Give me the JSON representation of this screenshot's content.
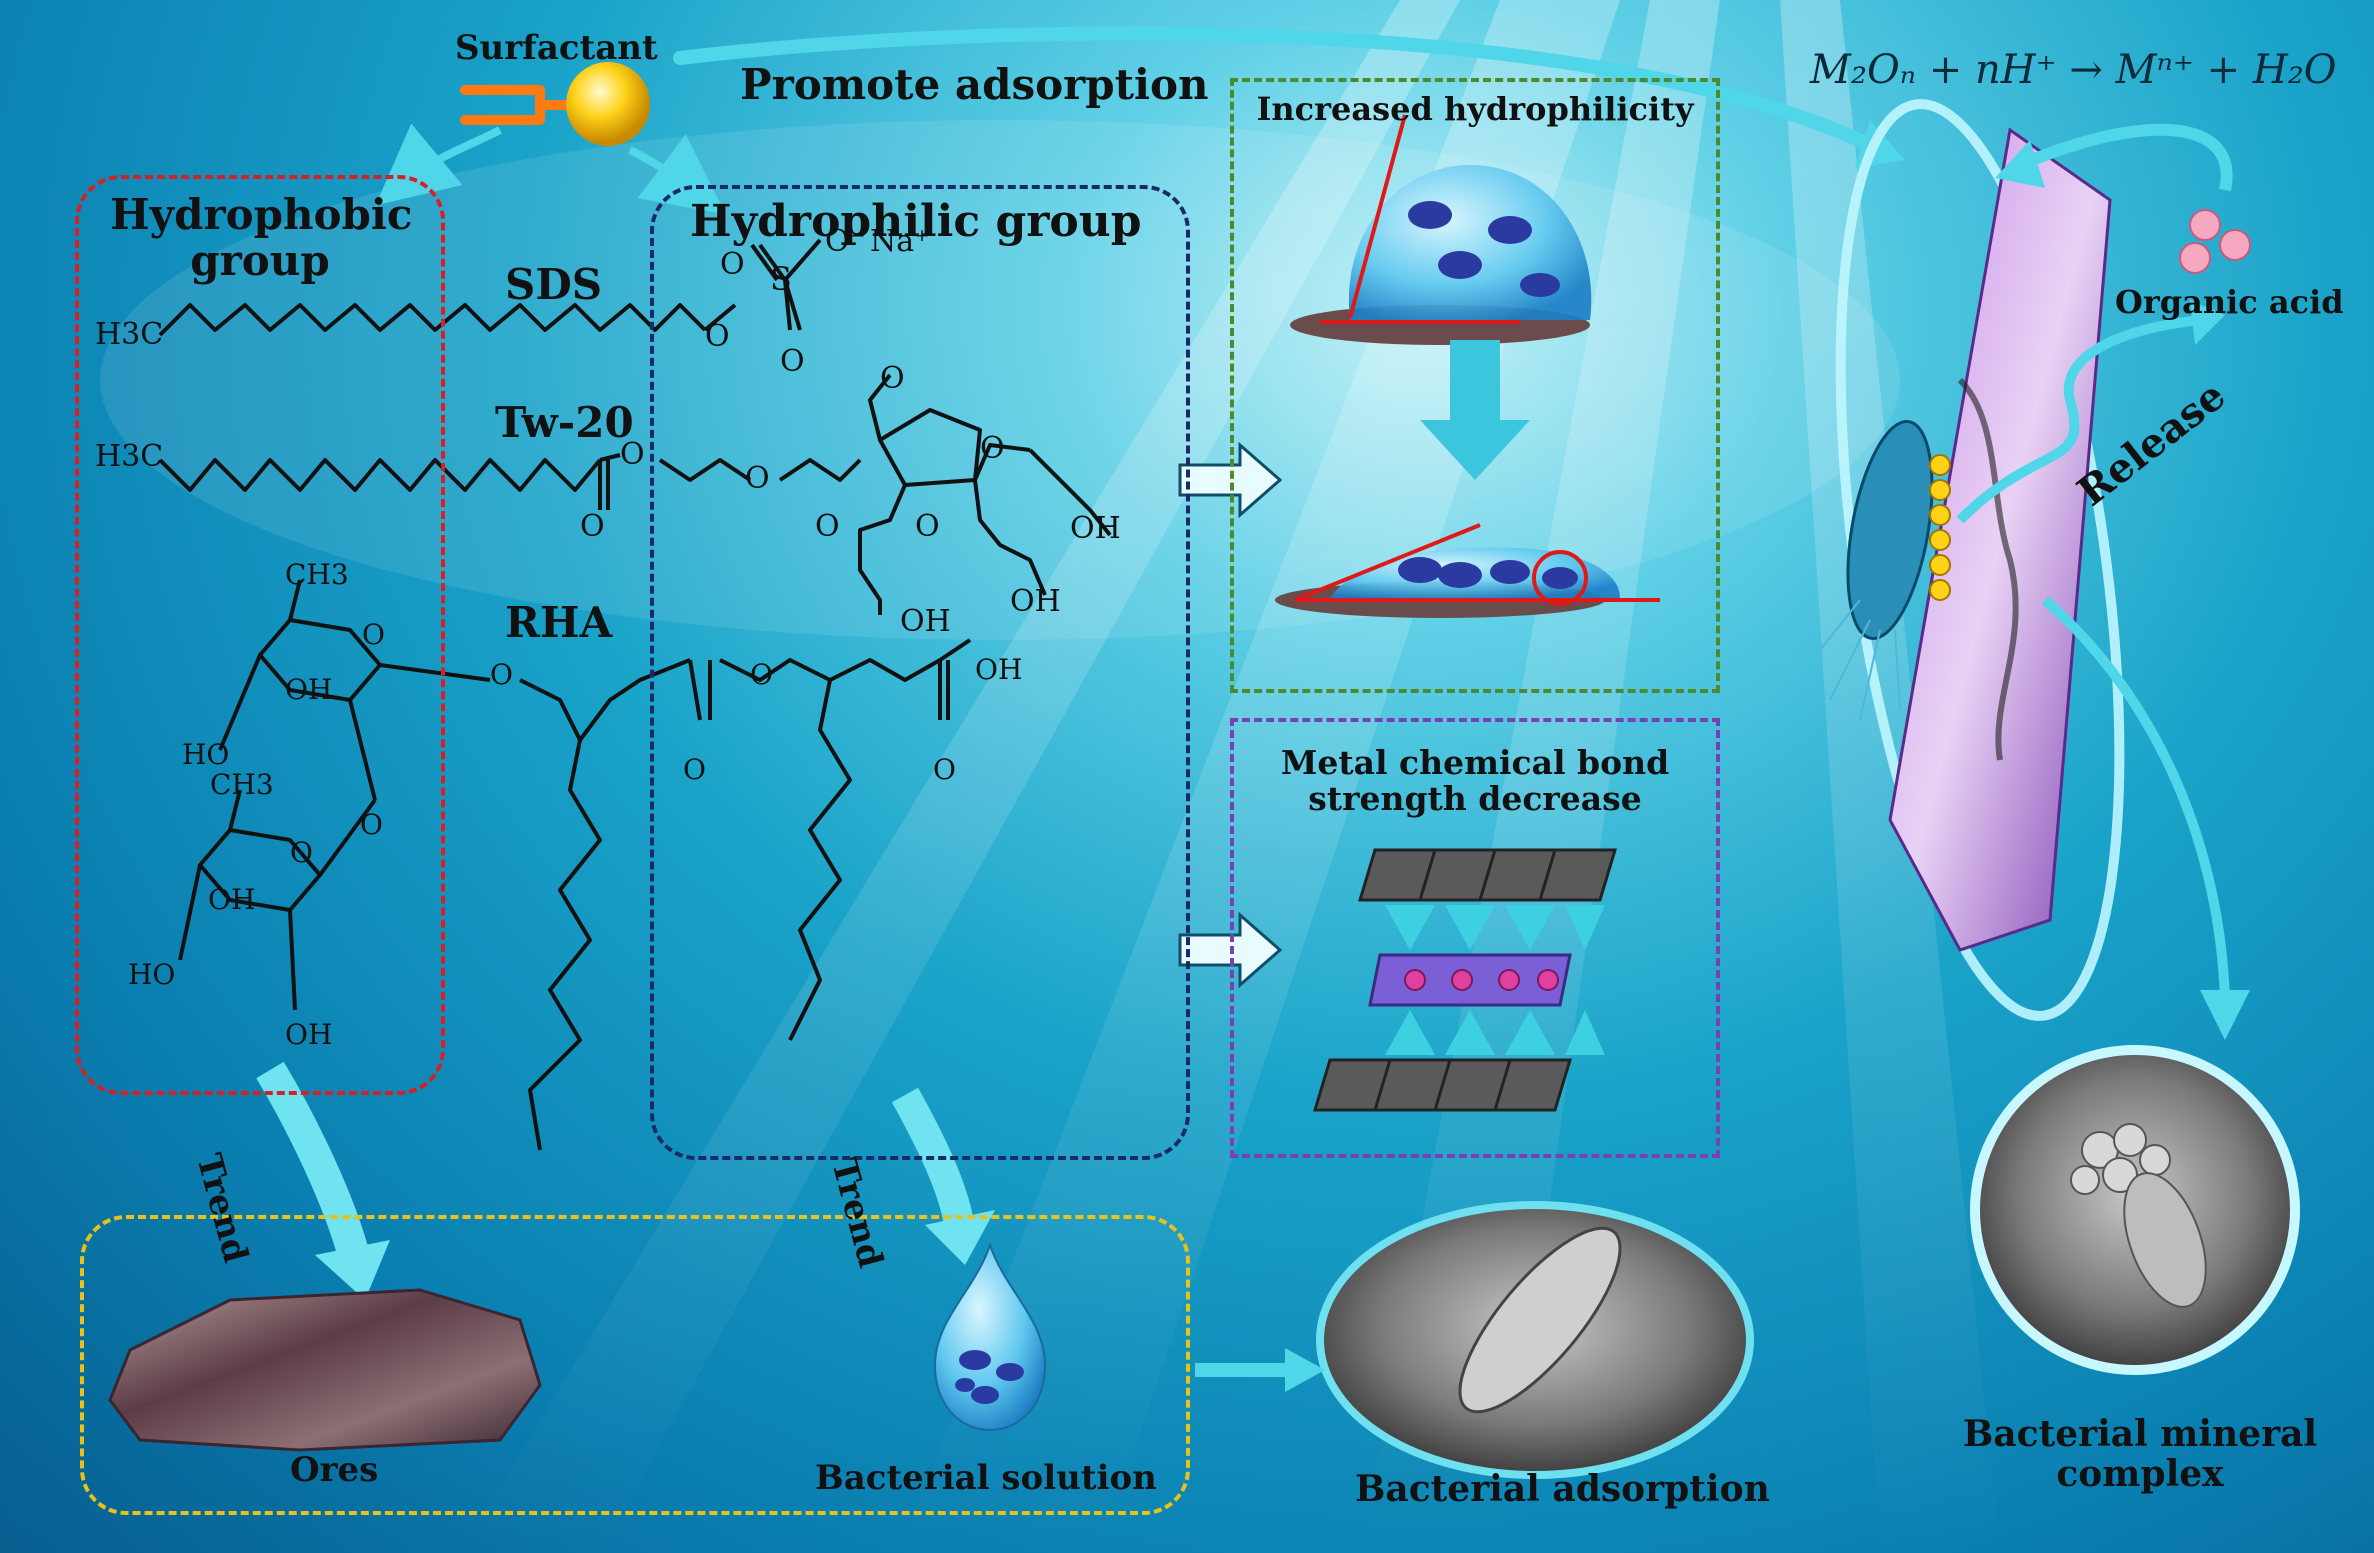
{
  "labels": {
    "surfactant": "Surfactant",
    "promote_adsorption": "Promote adsorption",
    "hydrophobic_group": "Hydrophobic\ngroup",
    "hydrophilic_group": "Hydrophilic group",
    "sds": "SDS",
    "tw20": "Tw-20",
    "rha": "RHA",
    "increased_hydrophilicity": "Increased hydrophilicity",
    "metal_bond": "Metal chemical bond\nstrength decrease",
    "organic_acid": "Organic acid",
    "release": "Release",
    "trend_left": "Trend",
    "trend_right": "Trend",
    "ores": "Ores",
    "bacterial_solution": "Bacterial solution",
    "bacterial_adsorption": "Bacterial adsorption",
    "bacterial_mineral_complex": "Bacterial mineral\ncomplex",
    "equation": "M₂Oₙ + nH⁺ → Mⁿ⁺ + H₂O"
  },
  "chem": {
    "h3c_1": "H3C",
    "h3c_2": "H3C",
    "o": "O",
    "o_minus": "O⁻",
    "na_plus": "Na⁺",
    "s": "S",
    "oh": "OH",
    "ho": "HO",
    "ch3": "CH3"
  },
  "colors": {
    "hydrophobic_box": "#d81f26",
    "hydrophilic_box": "#1b2a66",
    "hydrophilicity_box": "#4c8a2d",
    "metal_bond_box": "#7a3fb3",
    "bottom_box": "#e8c21a",
    "arrow_cyan": "#4fd6e8",
    "crystal_purple": "#9b5fc4"
  }
}
